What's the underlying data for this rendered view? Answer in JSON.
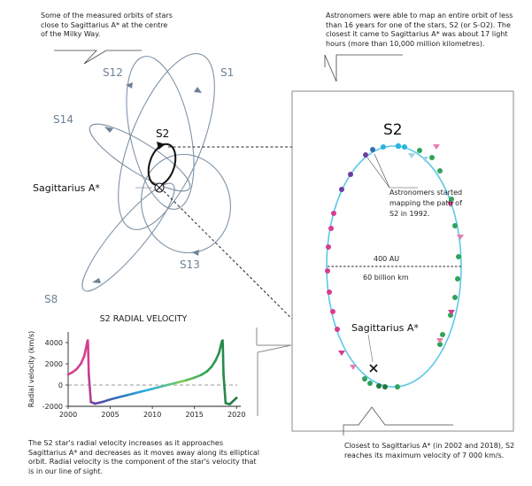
{
  "captions": {
    "orbits_intro": "Some of the measured orbits of stars close to Sagittarius A* at the centre of the Milky Way.",
    "s2_orbit": "Astronomers were able to map an entire orbit of less than 16 years for one of the stars, S2 (or S-O2). The closest it came to Sagittarius A* was about 17 light hours (more than 10,000 million kilometres).",
    "radial_velocity_note": "The S2 star's radial velocity increases as it approaches Sagittarius A* and decreases as it moves away along its elliptical orbit. Radial velocity is the component of the star's velocity that is in our line of sight.",
    "closest_approach": "Closest to Sagittarius A* (in 2002 and 2018), S2 reaches its maximum velocity of 7 000 km/s."
  },
  "orbit_labels": {
    "s1": "S1",
    "s12": "S12",
    "s14": "S14",
    "s2": "S2",
    "s13": "S13",
    "s8": "S8",
    "sgr_a": "Sagittarius A*"
  },
  "s2_panel": {
    "title": "S2",
    "mapping_note_lines": [
      "Astronomers started",
      "mapping the path of",
      "S2 in 1992."
    ],
    "width_au": "400 AU",
    "width_km": "60 billion km",
    "sgr_a": "Sagittarius A*"
  },
  "colors": {
    "orbit_gray": "#7f93a6",
    "s2_orbit": "#5bc8e8",
    "cyan": "#29b3e0",
    "blue": "#2f6fb5",
    "purple": "#6a3fa0",
    "magenta": "#d63c8f",
    "green": "#2fa35a",
    "dark_green": "#1e7a3c",
    "pink_triangle": "#e27fae",
    "light_triangle": "#9fd4ea"
  },
  "chart_data": {
    "type": "line",
    "title": "S2 RADIAL VELOCITY",
    "xlabel": "",
    "ylabel": "Radial velocity (km/s)",
    "xlim": [
      2000,
      2020.5
    ],
    "ylim": [
      -2000,
      5000
    ],
    "xticks": [
      2000,
      2005,
      2010,
      2015,
      2020
    ],
    "yticks": [
      -2000,
      0,
      2000,
      4000
    ],
    "series": [
      {
        "x": [
          2000.0,
          2000.5,
          2001.0,
          2001.5,
          2001.9,
          2002.1,
          2002.25,
          2002.33,
          2002.36,
          2002.45,
          2002.7,
          2003.2,
          2004.0,
          2005.0,
          2006.0,
          2007.0,
          2008.0,
          2009.0,
          2010.0,
          2011.0,
          2012.0,
          2013.0,
          2014.0,
          2015.0,
          2015.8,
          2016.5,
          2017.0,
          2017.5,
          2017.9,
          2018.1,
          2018.25,
          2018.34,
          2018.37,
          2018.45,
          2018.7,
          2019.2,
          2020.0
        ],
        "y": [
          1000,
          1200,
          1500,
          2000,
          2700,
          3400,
          4000,
          4200,
          3800,
          1000,
          -1600,
          -1750,
          -1600,
          -1350,
          -1150,
          -950,
          -750,
          -550,
          -350,
          -150,
          50,
          250,
          450,
          700,
          950,
          1300,
          1700,
          2300,
          3000,
          3600,
          4100,
          4200,
          3800,
          1000,
          -1700,
          -1800,
          -1200
        ]
      }
    ]
  }
}
